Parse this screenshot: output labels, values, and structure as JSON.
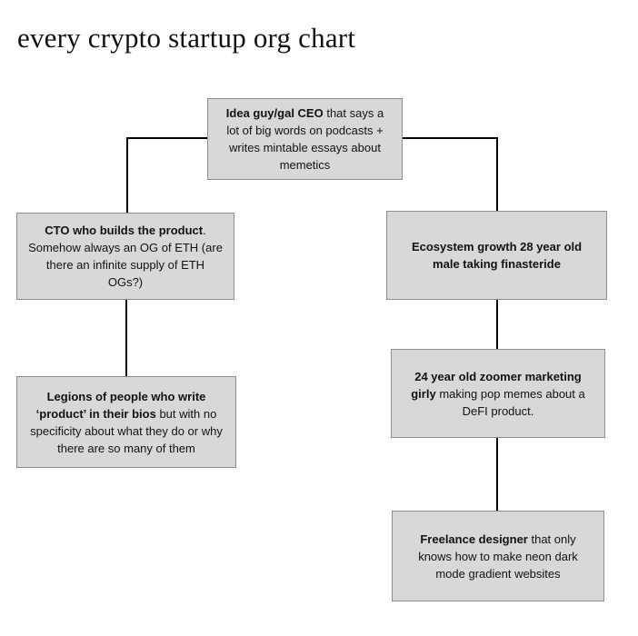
{
  "page": {
    "title": "every crypto startup org chart"
  },
  "colors": {
    "background": "#ffffff",
    "box_fill": "#d8d8d8",
    "box_border": "#8f8f8f",
    "connector": "#000000",
    "text": "#121212"
  },
  "org_chart": {
    "nodes": [
      {
        "id": "ceo",
        "bold": "Idea guy/gal CEO",
        "rest": " that says a lot of big words on podcasts + writes mintable essays about memetics"
      },
      {
        "id": "cto",
        "bold": "CTO who builds the product",
        "rest": ". Somehow always an OG of ETH (are there an infinite supply of ETH OGs?)"
      },
      {
        "id": "product-people",
        "bold": "Legions of people who write ‘product’ in their bios",
        "rest": " but with no specificity about what they do or why there are so many of them"
      },
      {
        "id": "ecosystem-growth",
        "bold": "Ecosystem growth 28 year old male taking finasteride",
        "rest": ""
      },
      {
        "id": "marketing-girly",
        "bold": "24 year old zoomer marketing girly",
        "rest": " making pop memes about a DeFI product."
      },
      {
        "id": "freelance-designer",
        "bold": "Freelance designer",
        "rest": " that only knows how to make neon dark mode gradient websites"
      }
    ],
    "edges": [
      {
        "from": "ceo",
        "to": "cto"
      },
      {
        "from": "ceo",
        "to": "ecosystem-growth"
      },
      {
        "from": "cto",
        "to": "product-people"
      },
      {
        "from": "ecosystem-growth",
        "to": "marketing-girly"
      },
      {
        "from": "marketing-girly",
        "to": "freelance-designer"
      }
    ]
  }
}
